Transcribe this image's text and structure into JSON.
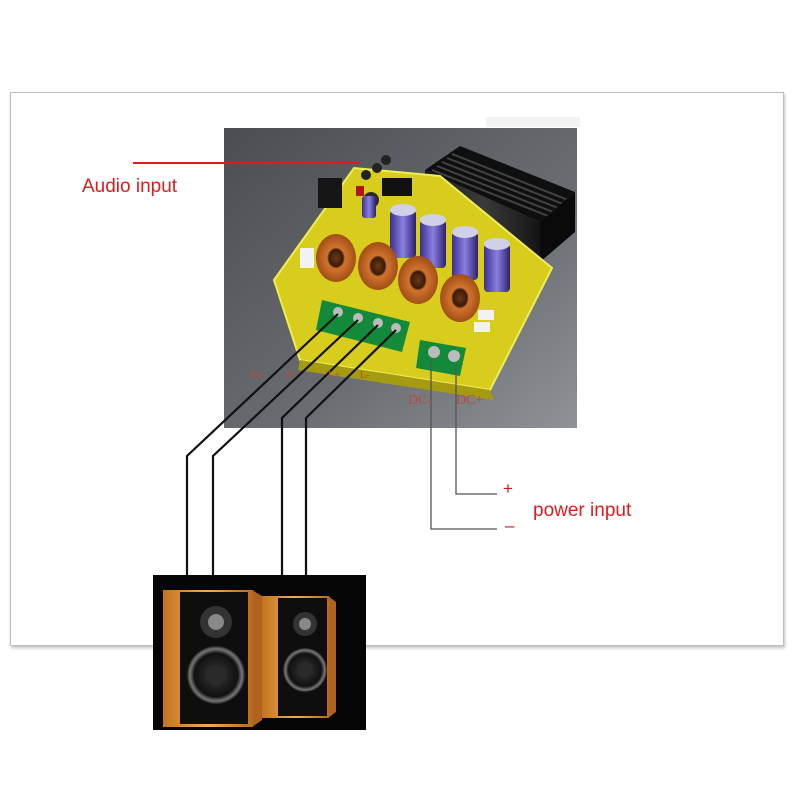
{
  "labels": {
    "audio_input": "Audio input",
    "power_input": "power input",
    "plus": "+",
    "minus": "–"
  },
  "board_terminals": {
    "speaker": [
      "RL-",
      "R+",
      "L+",
      "L-"
    ],
    "dc_minus": "DC-",
    "dc_plus": "DC+"
  },
  "colors": {
    "annotation_red": "#e11b1b",
    "wire": "#111111",
    "board_pcb": "#d9d21c",
    "inductor_copper": "#c8641e",
    "speaker_wood": "#e39a3c"
  }
}
